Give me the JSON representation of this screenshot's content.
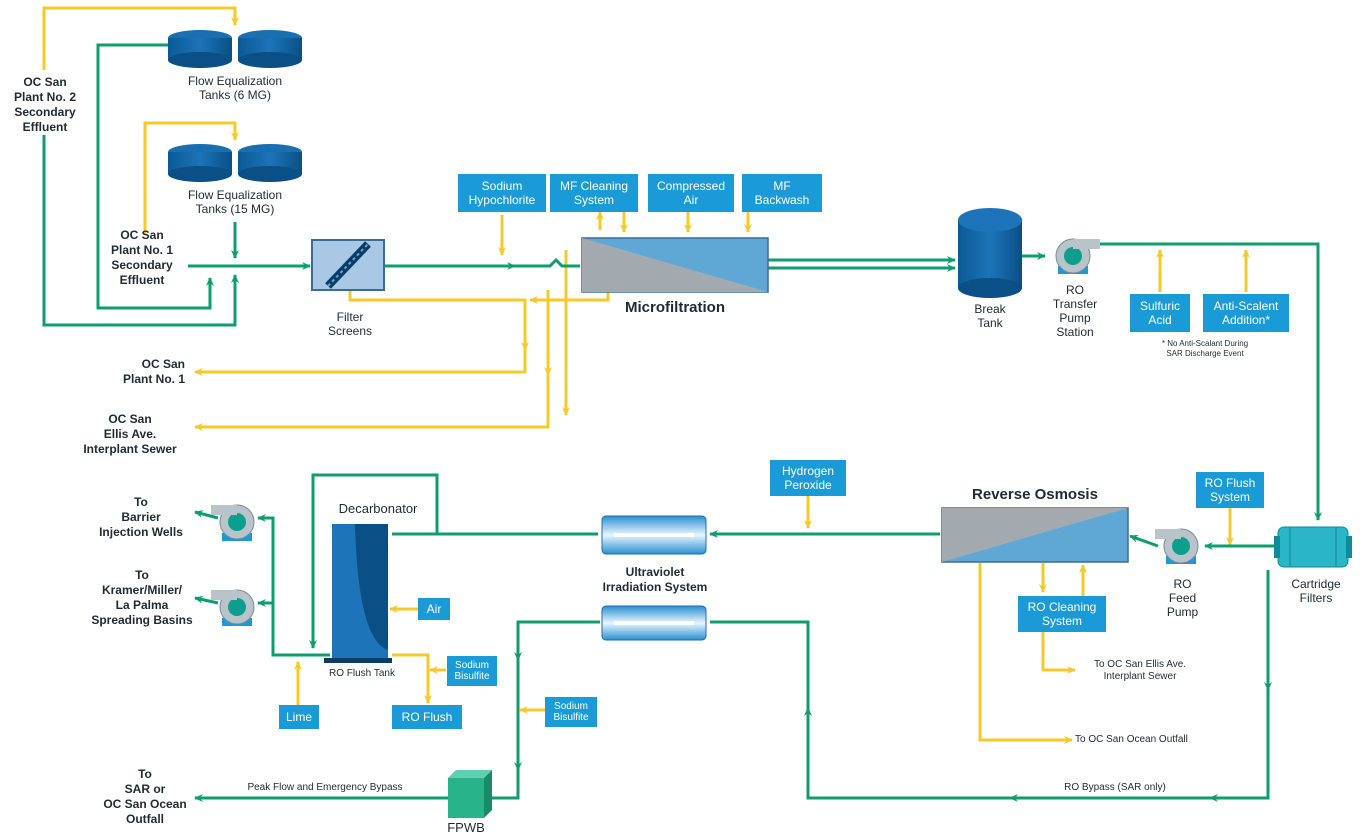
{
  "labels": {
    "flow_eq_6": "Flow Equalization\nTanks (6 MG)",
    "flow_eq_15": "Flow Equalization\nTanks (15 MG)",
    "plant2": "OC San\nPlant No. 2\nSecondary\nEffluent",
    "plant1_in": "OC San\nPlant No. 1\nSecondary\nEffluent",
    "filter_screens": "Filter\nScreens",
    "microfiltration": "Microfiltration",
    "break_tank": "Break\nTank",
    "ro_transfer": "RO\nTransfer\nPump\nStation",
    "plant1_out": "OC San\nPlant No. 1",
    "ellis_sewer": "OC San\nEllis Ave.\nInterplant Sewer",
    "anti_scalant_note": "* No Anti-Scalant During\nSAR Discharge Event",
    "reverse_osmosis": "Reverse Osmosis",
    "ro_feed_pump": "RO\nFeed\nPump",
    "cartridge_filters": "Cartridge\nFilters",
    "decarbonator": "Decarbonator",
    "uv": "Ultraviolet\nIrradiation System",
    "ro_flush_tank": "RO Flush Tank",
    "to_barrier": "To\nBarrier\nInjection Wells",
    "to_kramer": "To\nKramer/Miller/\nLa Palma\nSpreading Basins",
    "to_sar": "To\nSAR or\nOC San Ocean\nOutfall",
    "peak_flow": "Peak Flow and Emergency Bypass",
    "fpwb": "FPWB",
    "to_ellis_sewer": "To OC San Ellis Ave.\nInterplant Sewer",
    "to_ocean": "To OC San Ocean Outfall",
    "ro_bypass": "RO Bypass (SAR only)"
  },
  "boxes": {
    "sodium_hypochlorite": "Sodium\nHypochlorite",
    "mf_cleaning": "MF Cleaning\nSystem",
    "compressed_air": "Compressed\nAir",
    "mf_backwash": "MF\nBackwash",
    "sulfuric_acid": "Sulfuric\nAcid",
    "anti_scalent": "Anti-Scalent\nAddition*",
    "hydrogen_peroxide": "Hydrogen\nPeroxide",
    "ro_flush_system": "RO Flush\nSystem",
    "ro_cleaning": "RO Cleaning\nSystem",
    "air": "Air",
    "sodium_bisulfite_1": "Sodium\nBisulfite",
    "lime": "Lime",
    "ro_flush": "RO Flush",
    "sodium_bisulfite_2": "Sodium\nBisulfite"
  },
  "colors": {
    "green_line": "#0e9e6e",
    "yellow_line": "#f7c928",
    "chem_box": "#1a9ad6",
    "tank_blue": "#0a5a96",
    "text": "#1f2a33"
  }
}
